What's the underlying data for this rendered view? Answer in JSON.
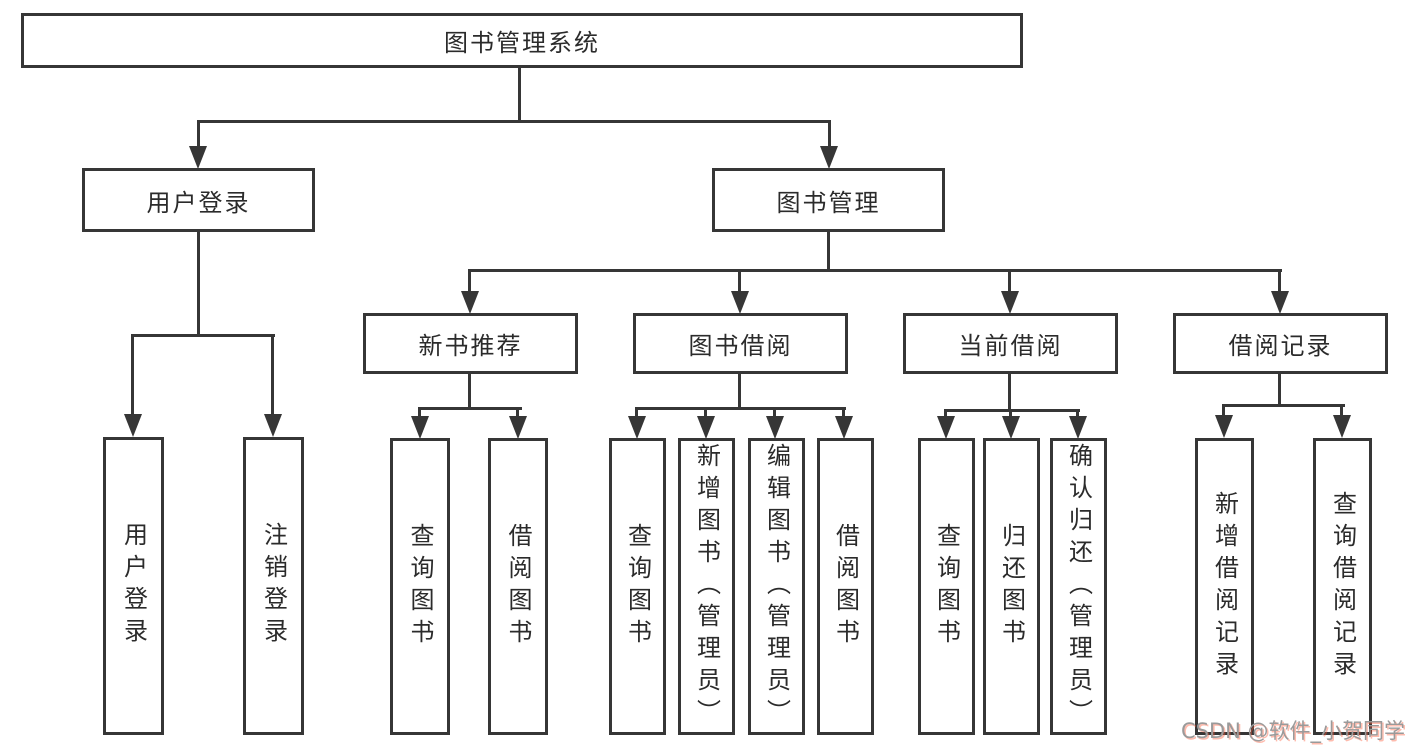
{
  "diagram_type": "system-function-structure-tree",
  "nodes": {
    "root": "图书管理系统",
    "user_login": "用户登录",
    "book_mgmt": "图书管理",
    "new_book_rec": "新书推荐",
    "book_borrow": "图书借阅",
    "current_borrow": "当前借阅",
    "borrow_record": "借阅记录",
    "g0_1": "用户登录",
    "g0_2": "注销登录",
    "g1_1": "查询图书",
    "g1_2": "借阅图书",
    "g2_1": "查询图书",
    "g2_2": "新增图书（管理员）",
    "g2_3": "编辑图书（管理员）",
    "g2_4": "借阅图书",
    "g3_1": "查询图书",
    "g3_2": "归还图书",
    "g3_3": "确认归还（管理员）",
    "g4_1": "新增借阅记录",
    "g4_2": "查询借阅记录"
  },
  "hierarchy": {
    "图书管理系统": {
      "用户登录": [
        "用户登录",
        "注销登录"
      ],
      "图书管理": {
        "新书推荐": [
          "查询图书",
          "借阅图书"
        ],
        "图书借阅": [
          "查询图书",
          "新增图书（管理员）",
          "编辑图书（管理员）",
          "借阅图书"
        ],
        "当前借阅": [
          "查询图书",
          "归还图书",
          "确认归还（管理员）"
        ],
        "借阅记录": [
          "新增借阅记录",
          "查询借阅记录"
        ]
      }
    }
  },
  "watermark": "CSDN @软件_小贺同学",
  "colors": {
    "background": "#ffffff",
    "line": "#363636",
    "box_fill": "#ffffff",
    "text": "#2b2b2b",
    "watermark_text": "#9a9a9a",
    "watermark_accent": "#fc5531"
  }
}
